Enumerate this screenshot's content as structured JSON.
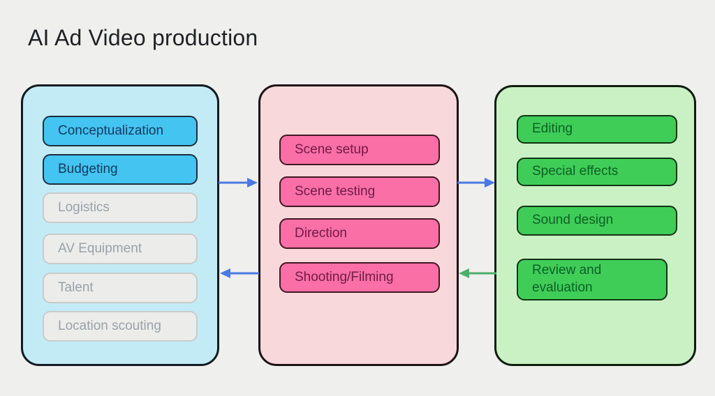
{
  "title": "AI Ad Video production",
  "colors": {
    "background": "#efefee",
    "title_text": "#202124",
    "panel_blue_fill": "#c3ebf6",
    "panel_pink_fill": "#f8d8da",
    "panel_green_fill": "#c9f1c4",
    "panel_border": "#16181a",
    "node_blue_fill": "#44c4f1",
    "node_blue_text": "#14395f",
    "node_pink_fill": "#f96fa6",
    "node_pink_text": "#701b45",
    "node_green_fill": "#3fcd58",
    "node_green_text": "#0d6125",
    "node_gray_fill": "#ececeb",
    "node_gray_text": "#9ba1a6",
    "arrow_blue": "#4b79e2",
    "arrow_green": "#4caf69"
  },
  "columns": [
    {
      "items": [
        {
          "label": "Conceptualization",
          "state": "highlighted"
        },
        {
          "label": "Budgeting",
          "state": "highlighted"
        },
        {
          "label": "Logistics",
          "state": "dimmed"
        },
        {
          "label": "AV Equipment",
          "state": "dimmed"
        },
        {
          "label": "Talent",
          "state": "dimmed"
        },
        {
          "label": "Location scouting",
          "state": "dimmed"
        }
      ]
    },
    {
      "items": [
        {
          "label": "Scene setup",
          "state": "highlighted"
        },
        {
          "label": "Scene testing",
          "state": "highlighted"
        },
        {
          "label": "Direction",
          "state": "highlighted"
        },
        {
          "label": "Shooting/Filming",
          "state": "highlighted"
        }
      ]
    },
    {
      "items": [
        {
          "label": "Editing",
          "state": "highlighted"
        },
        {
          "label": "Special effects",
          "state": "highlighted"
        },
        {
          "label": "Sound design",
          "state": "highlighted"
        },
        {
          "label": "Review and evaluation",
          "state": "highlighted"
        }
      ]
    }
  ],
  "arrows": [
    {
      "direction": "right",
      "between": "column-1-and-column-2",
      "color": "#4b79e2"
    },
    {
      "direction": "left",
      "between": "column-1-and-column-2",
      "color": "#4b79e2"
    },
    {
      "direction": "right",
      "between": "column-2-and-column-3",
      "color": "#4b79e2"
    },
    {
      "direction": "left",
      "between": "column-2-and-column-3",
      "color": "#4caf69"
    }
  ]
}
